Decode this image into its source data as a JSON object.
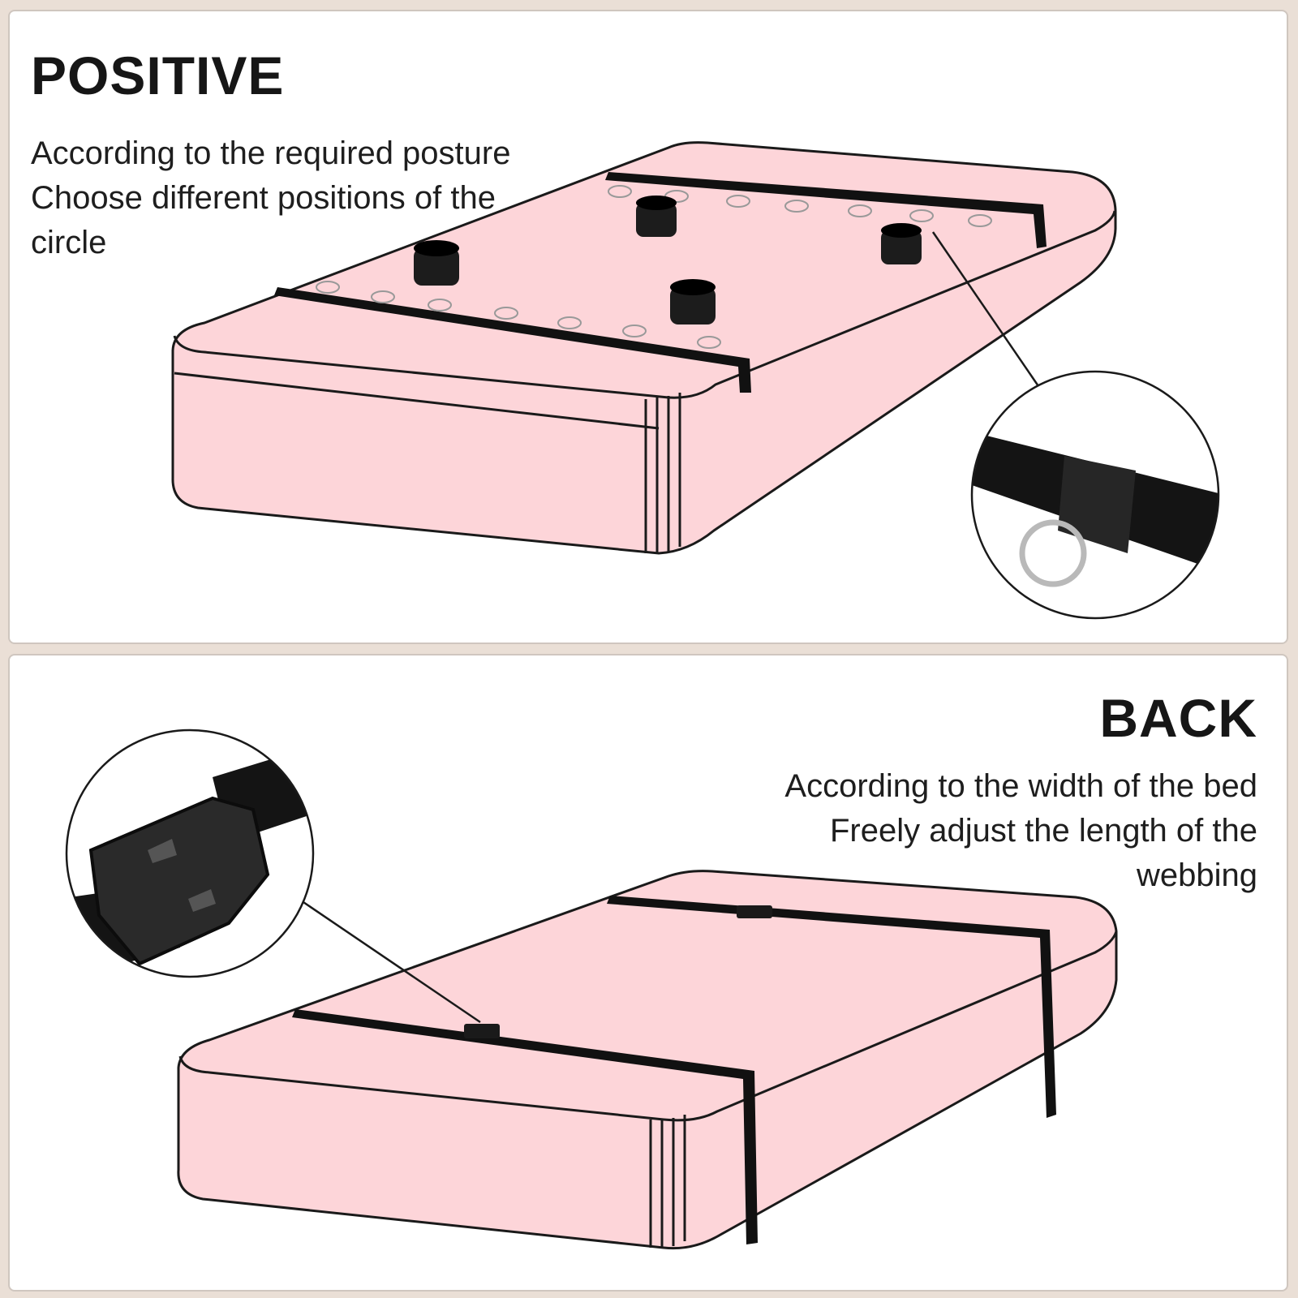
{
  "positive": {
    "heading": "POSITIVE",
    "description_lines": [
      "According to the required posture",
      "Choose different positions of the",
      "circle"
    ]
  },
  "back": {
    "heading": "BACK",
    "description_lines": [
      "According to the width of the bed",
      "Freely adjust the length of the",
      "webbing"
    ]
  },
  "colors": {
    "mattress_fill": "#fdd5d9",
    "outline": "#1a1a1a",
    "strap": "#111111",
    "panel_bg": "#ffffff"
  }
}
